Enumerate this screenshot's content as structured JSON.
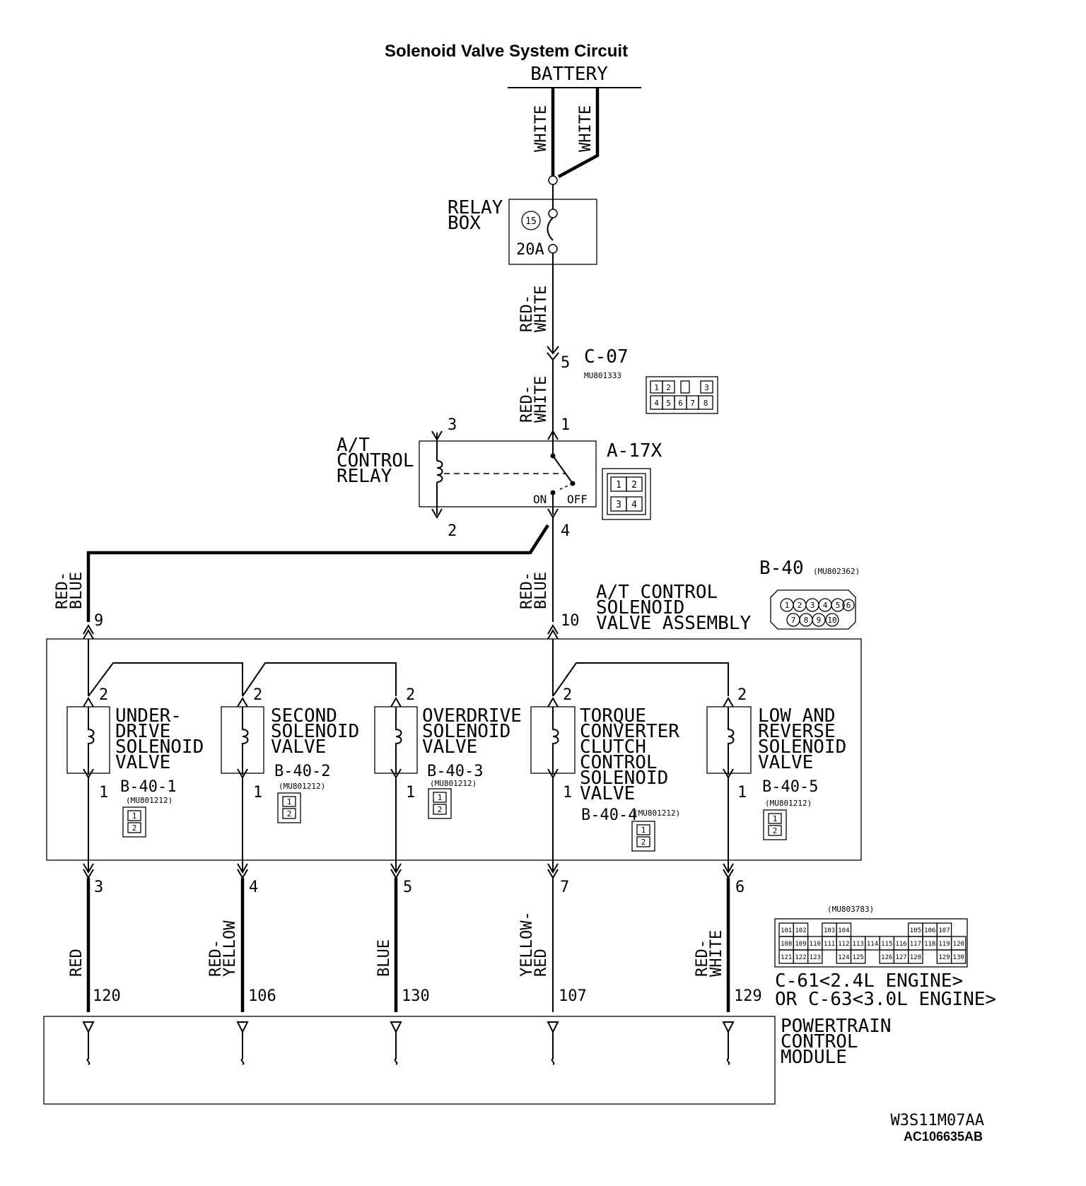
{
  "title": "Solenoid Valve System Circuit",
  "battery": "BATTERY",
  "battery_wires": [
    "WHITE",
    "WHITE"
  ],
  "relay_box": {
    "label_lines": [
      "RELAY",
      "BOX"
    ],
    "fuse_number": "15",
    "fuse_rating": "20A"
  },
  "wire_after_fuse": [
    "RED-",
    "WHITE"
  ],
  "connector_c07": {
    "id": "C-07",
    "part": "MU801333",
    "pin": "5",
    "cells_top": [
      "1",
      "2",
      "",
      "3"
    ],
    "cells_bottom": [
      "4",
      "5",
      "6",
      "7",
      "8"
    ]
  },
  "wire_to_relay": [
    "RED-",
    "WHITE"
  ],
  "at_relay": {
    "label_lines": [
      "A/T",
      "CONTROL",
      "RELAY"
    ],
    "connector": "A-17X",
    "pins": {
      "p1": "1",
      "p2": "2",
      "p3": "3",
      "p4": "4"
    },
    "on": "ON",
    "off": "OFF",
    "cells": [
      "1",
      "2",
      "3",
      "4"
    ]
  },
  "wire_left": [
    "RED-",
    "BLUE"
  ],
  "wire_right": [
    "RED-",
    "BLUE"
  ],
  "assembly": {
    "label_lines": [
      "A/T CONTROL",
      "SOLENOID",
      "VALVE ASSEMBLY"
    ],
    "connector": "B-40",
    "part": "(MU802362)",
    "pin_left": "9",
    "pin_right": "10",
    "cells_top": [
      "1",
      "2",
      "3",
      "4",
      "5",
      "6"
    ],
    "cells_bottom": [
      "7",
      "8",
      "9",
      "10"
    ]
  },
  "valves": [
    {
      "name_lines": [
        "UNDER-",
        "DRIVE",
        "SOLENOID",
        "VALVE"
      ],
      "connector": "B-40-1",
      "part": "(MU801212)",
      "pin_top": "2",
      "pin_bottom": "1",
      "out_pin": "3",
      "wire": [
        "RED"
      ],
      "pcm_pin": "120"
    },
    {
      "name_lines": [
        "SECOND",
        "SOLENOID",
        "VALVE"
      ],
      "connector": "B-40-2",
      "part": "(MU801212)",
      "pin_top": "2",
      "pin_bottom": "1",
      "out_pin": "4",
      "wire": [
        "RED-",
        "YELLOW"
      ],
      "pcm_pin": "106"
    },
    {
      "name_lines": [
        "OVERDRIVE",
        "SOLENOID",
        "VALVE"
      ],
      "connector": "B-40-3",
      "part": "(MU801212)",
      "pin_top": "2",
      "pin_bottom": "1",
      "out_pin": "5",
      "wire": [
        "BLUE"
      ],
      "pcm_pin": "130"
    },
    {
      "name_lines": [
        "TORQUE",
        "CONVERTER",
        "CLUTCH",
        "CONTROL",
        "SOLENOID",
        "VALVE"
      ],
      "connector": "B-40-4",
      "part": "(MU801212)",
      "pin_top": "2",
      "pin_bottom": "1",
      "out_pin": "7",
      "wire": [
        "YELLOW-",
        "RED"
      ],
      "pcm_pin": "107"
    },
    {
      "name_lines": [
        "LOW AND",
        "REVERSE",
        "SOLENOID",
        "VALVE"
      ],
      "connector": "B-40-5",
      "part": "(MU801212)",
      "pin_top": "2",
      "pin_bottom": "1",
      "out_pin": "6",
      "wire": [
        "RED-",
        "WHITE"
      ],
      "pcm_pin": "129"
    }
  ],
  "valve_conn_cells": [
    "1",
    "2"
  ],
  "pcm": {
    "label_lines": [
      "POWERTRAIN",
      "CONTROL",
      "MODULE"
    ],
    "part": "(MU803783)",
    "connector_lines": [
      "C-61<2.4L ENGINE>",
      "OR C-63<3.0L ENGINE>"
    ],
    "rows": [
      [
        "101",
        "102",
        "",
        "103",
        "104",
        "",
        "",
        "",
        "",
        "105",
        "106",
        "107"
      ],
      [
        "108",
        "109",
        "110",
        "111",
        "112",
        "113",
        "114",
        "115",
        "116",
        "117",
        "118",
        "119",
        "120"
      ],
      [
        "121",
        "122",
        "123",
        "",
        "124",
        "125",
        "",
        "126",
        "127",
        "128",
        "",
        "129",
        "130"
      ]
    ]
  },
  "codes": [
    "W3S11M07AA",
    "AC106635AB"
  ]
}
